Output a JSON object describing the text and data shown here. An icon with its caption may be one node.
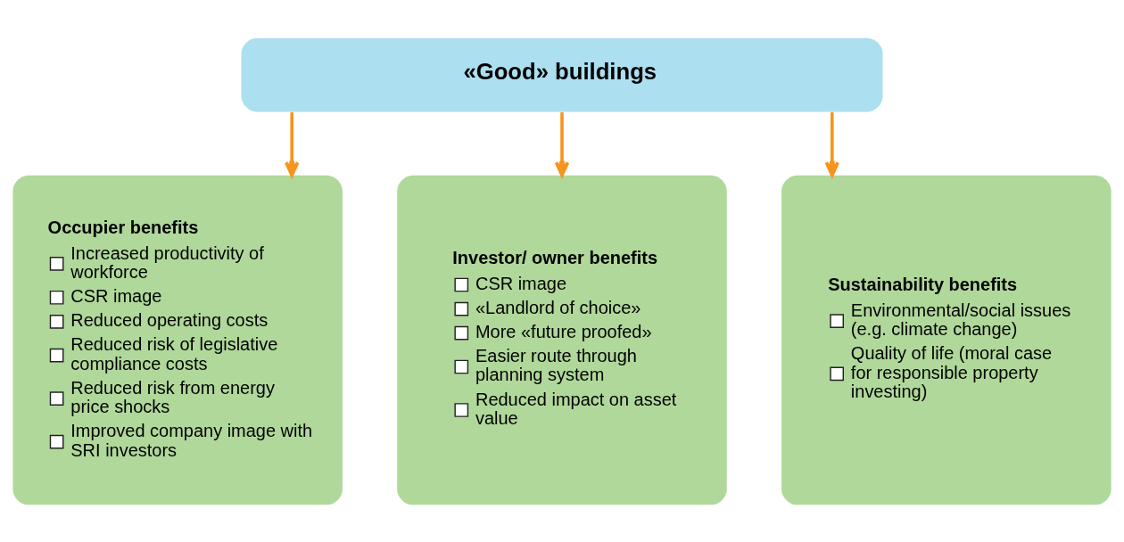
{
  "diagram": {
    "nodes": [
      {
        "text": [
          "«Good» buildings"
        ]
      },
      {
        "text": [
          "Occupier benefits",
          "Increased productivity of workforce",
          "CSR image",
          "Reduced operating costs",
          "Reduced risk of legislative compliance costs",
          "Reduced risk from energy price shocks",
          "Improved company image with SRI investors"
        ]
      },
      {
        "text": [
          "Investor/ owner benefits",
          "CSR image",
          "«Landlord of choice»",
          "More «future proofed»",
          "Easier route through planning system",
          "Reduced impact on asset value"
        ]
      },
      {
        "text": [
          "Sustainability benefits",
          "Environmental/social issues (e.g. climate change)",
          "Quality of life (moral case for responsible property investing)"
        ]
      }
    ],
    "edges": [
      {
        "from": 0,
        "to": 1,
        "arrow": "to"
      },
      {
        "from": 0,
        "to": 2,
        "arrow": "to"
      },
      {
        "from": 0,
        "to": 3,
        "arrow": "to"
      }
    ]
  }
}
